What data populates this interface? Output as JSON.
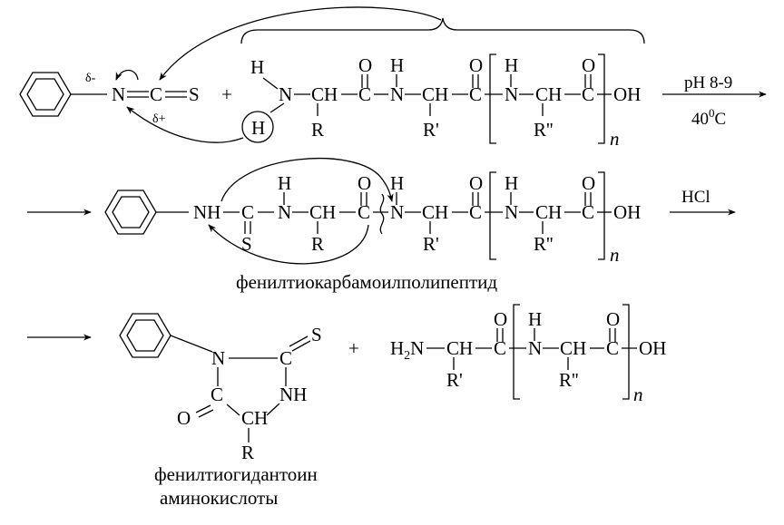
{
  "reaction": {
    "partial_charges": {
      "delta_minus": "δ-",
      "delta_plus": "δ+"
    },
    "atoms": {
      "N": "N",
      "C": "C",
      "S": "S",
      "H": "H",
      "O": "O",
      "NH": "NH",
      "CH": "CH",
      "OH": "OH",
      "H2N_H": "H",
      "H2N_2": "2",
      "H2N_N": "N",
      "R": "R",
      "R1": "R'",
      "R2": "R''",
      "n": "n"
    },
    "plus": "+",
    "step1_conditions": {
      "ph": "pH 8-9",
      "temp_base": "40",
      "temp_sup": "0",
      "temp_unit": "C"
    },
    "step2_reagent": "HCl",
    "intermediate_label": "фенилтиокарбамоилполипептид",
    "product_label_line1": "фенилтиогидантоин",
    "product_label_line2": "аминокислоты"
  }
}
